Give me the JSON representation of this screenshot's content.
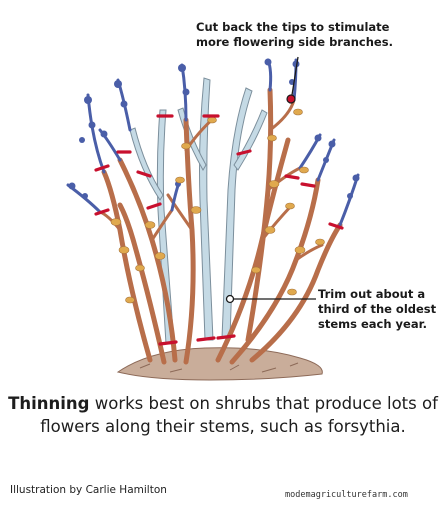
{
  "callouts": {
    "tips": "Cut back the tips to stimulate more flowering side branches.",
    "trim": "Trim out about a third of the oldest stems each year."
  },
  "caption": {
    "bold": "Thinning",
    "rest": " works best on shrubs that produce lots of flowers along their stems, such as forsythia."
  },
  "credit": "Illustration by Carlie Hamilton",
  "watermark": "modemagriculturefarm.com",
  "colors": {
    "stem_brown": "#b86e4a",
    "old_stem_blue": "#c5dae5",
    "tip_blue": "#4a5ea8",
    "leaf_yellow": "#e0a94e",
    "cut_mark_red": "#c8102e",
    "soil": "#b49684"
  }
}
